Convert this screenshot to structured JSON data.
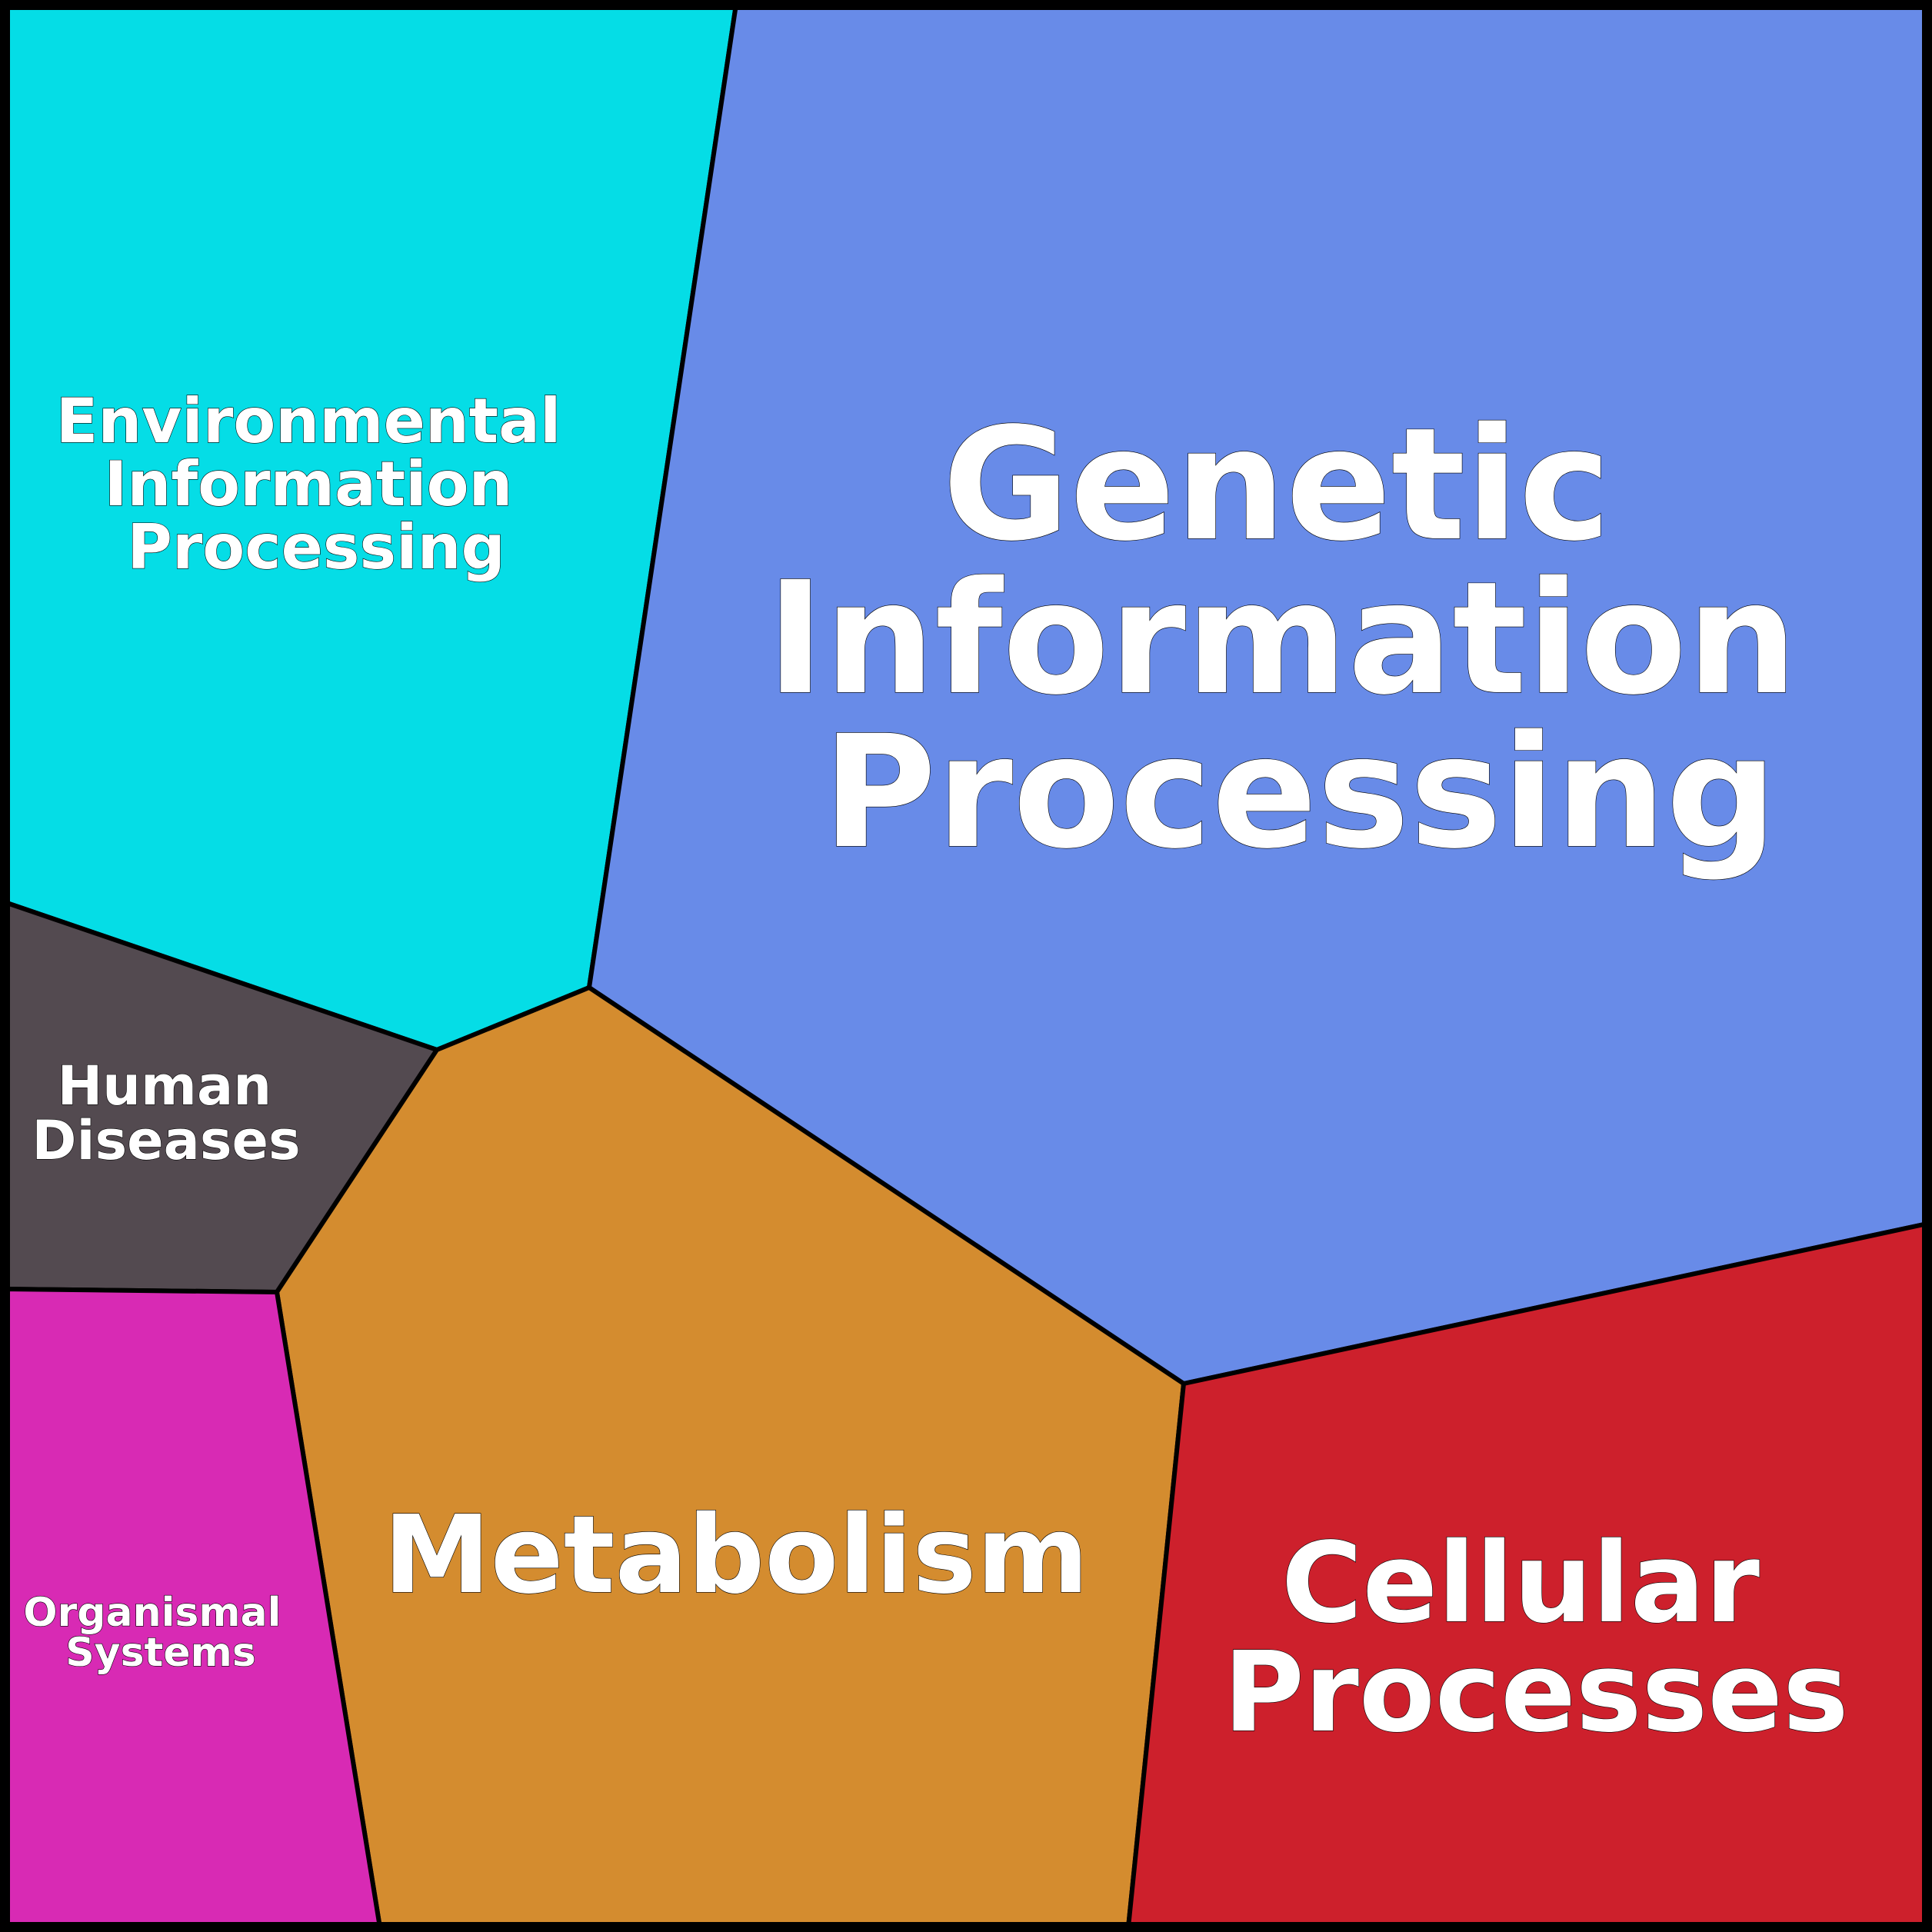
{
  "diagram": {
    "type": "voronoi-treemap",
    "regions": [
      {
        "id": "environmental",
        "label": [
          "Environmental",
          "Information",
          "Processing"
        ],
        "color": "#05DDE6"
      },
      {
        "id": "genetic",
        "label": [
          "Genetic",
          "Information",
          "Processing"
        ],
        "color": "#688BE8"
      },
      {
        "id": "human-diseases",
        "label": [
          "Human",
          "Diseases"
        ],
        "color": "#534A50"
      },
      {
        "id": "metabolism",
        "label": [
          "Metabolism"
        ],
        "color": "#D48C2F"
      },
      {
        "id": "organismal",
        "label": [
          "Organismal",
          "Systems"
        ],
        "color": "#D82AB4"
      },
      {
        "id": "cellular",
        "label": [
          "Cellular",
          "Processes"
        ],
        "color": "#CD202C"
      }
    ],
    "border_color": "#000000",
    "label_color": "#FFFFFF"
  }
}
